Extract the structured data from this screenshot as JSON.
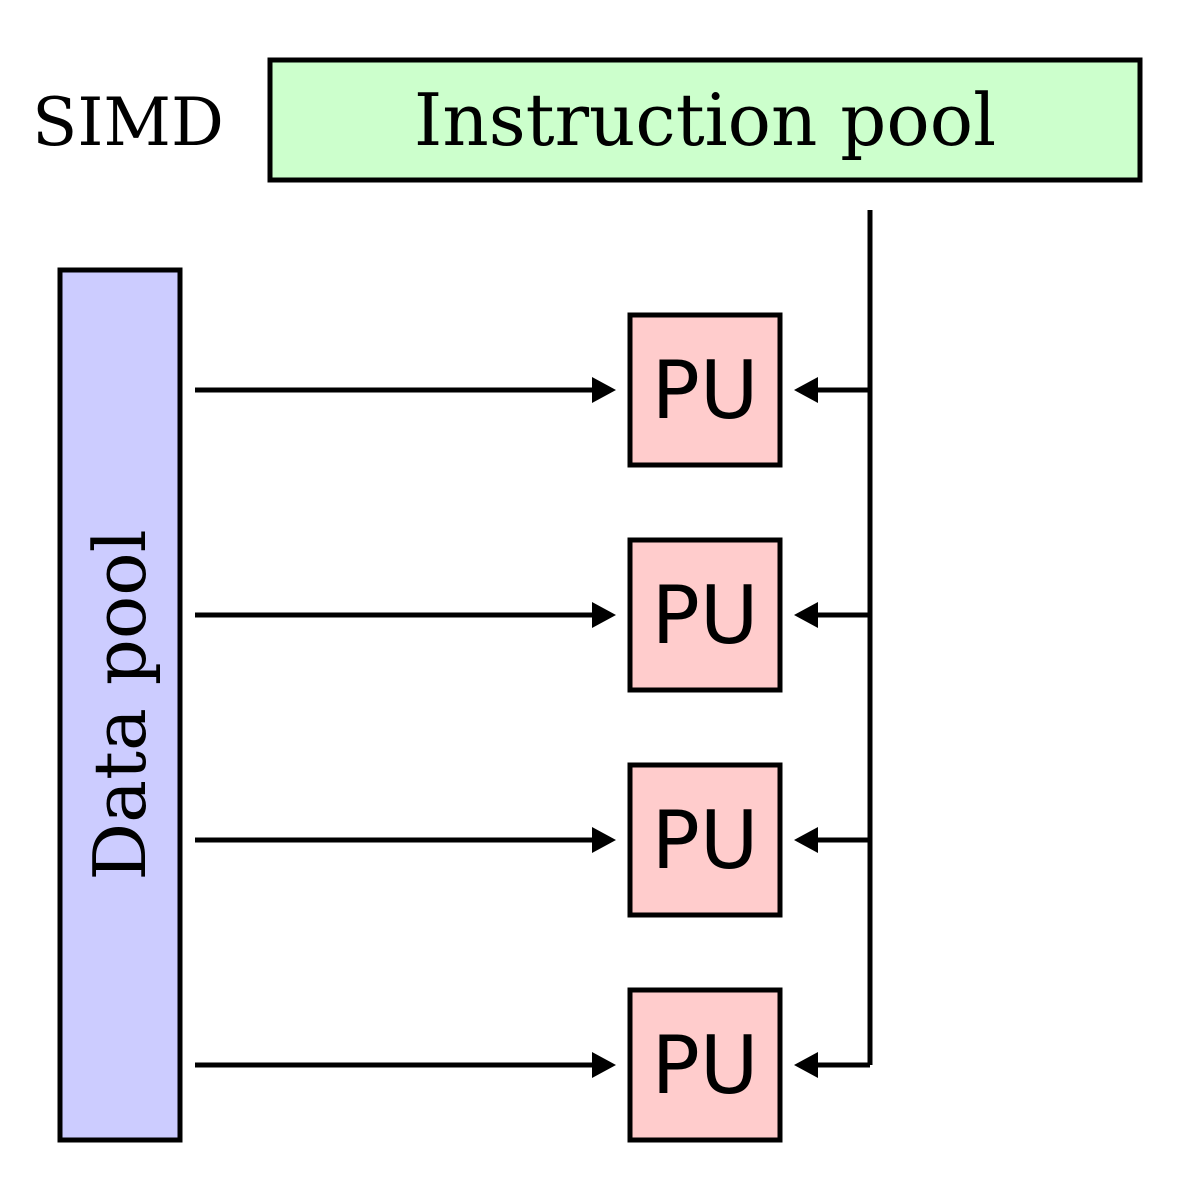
{
  "diagram": {
    "title": "SIMD",
    "instruction_pool": {
      "label": "Instruction pool",
      "fill_color": "#ccffcc"
    },
    "data_pool": {
      "label": "Data pool",
      "fill_color": "#ccccff"
    },
    "processing_units": [
      {
        "label": "PU"
      },
      {
        "label": "PU"
      },
      {
        "label": "PU"
      },
      {
        "label": "PU"
      }
    ],
    "pu_fill_color": "#ffcccc",
    "line_color": "#000000"
  }
}
